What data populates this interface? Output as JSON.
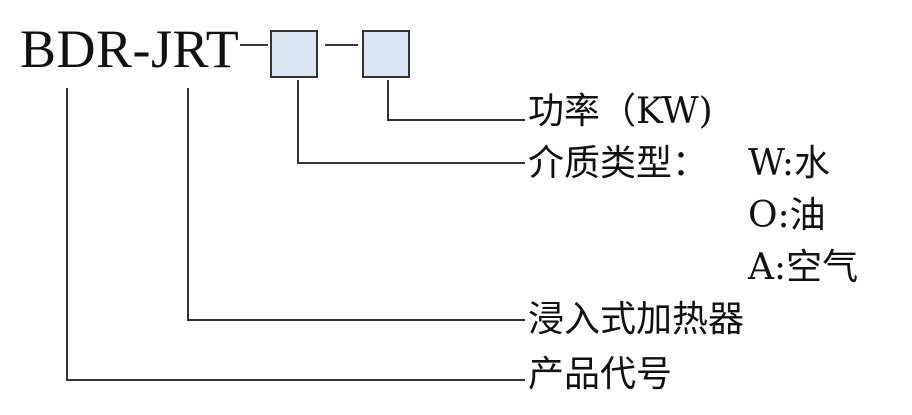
{
  "diagram": {
    "model_code": "BDR-JRT",
    "param_boxes": [
      {
        "name": "medium-type-box"
      },
      {
        "name": "power-box"
      }
    ],
    "labels": {
      "power": "功率（KW)",
      "medium_type": "介质类型：",
      "medium_water": "W:水",
      "medium_oil": "O:油",
      "medium_air": "A:空气",
      "heater_type": "浸入式加热器",
      "product_code": "产品代号"
    },
    "colors": {
      "box_fill": "#dce6f2",
      "box_border": "#333333",
      "line": "#333333",
      "text": "#111111"
    }
  }
}
